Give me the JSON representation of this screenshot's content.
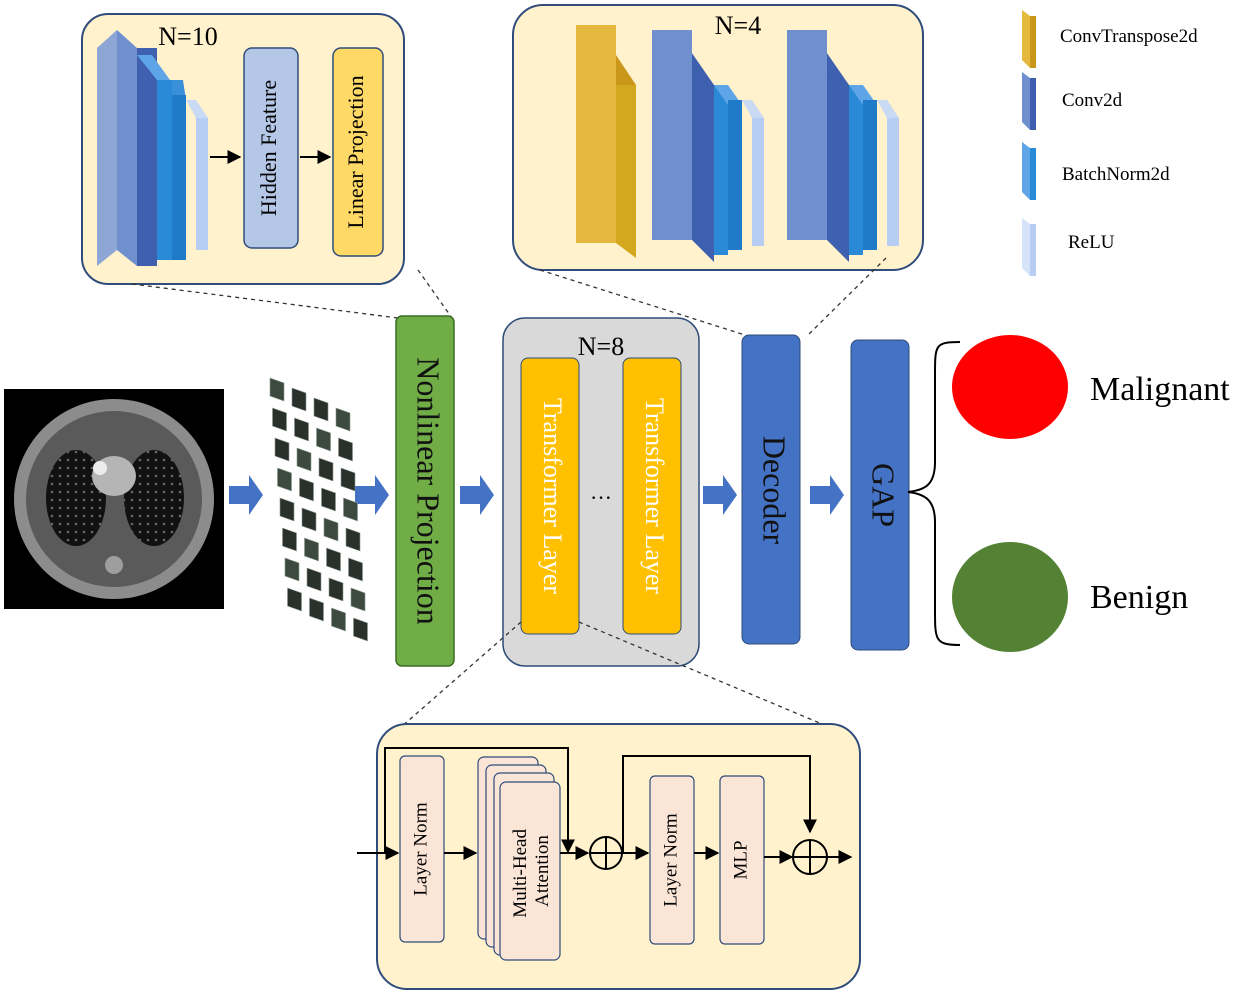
{
  "encoder_inset": {
    "count_label": "N=10",
    "hidden_feature_label": "Hidden Feature",
    "linear_projection_label": "Linear Projection"
  },
  "decoder_inset": {
    "count_label": "N=4"
  },
  "legend": {
    "items": [
      {
        "label": "ConvTranspose2d",
        "color": "#E5B83E"
      },
      {
        "label": "Conv2d",
        "color": "#4A6DBA"
      },
      {
        "label": "BatchNorm2d",
        "color": "#2B8AD8"
      },
      {
        "label": "ReLU",
        "color": "#B7CDF3"
      }
    ]
  },
  "pipeline": {
    "nonlinear_projection_label": "Nonlinear Projection",
    "transformer_group": {
      "count_label": "N=8",
      "layer_label": "Transformer Layer",
      "ellipsis": "···"
    },
    "decoder_label": "Decoder",
    "gap_label": "GAP"
  },
  "outputs": [
    {
      "label": "Malignant",
      "color": "#FF0000"
    },
    {
      "label": "Benign",
      "color": "#548235"
    }
  ],
  "transformer_detail": {
    "layer_norm_1": "Layer Norm",
    "attention_line_1": "Multi-Head",
    "attention_line_2": "Attention",
    "layer_norm_2": "Layer Norm",
    "mlp": "MLP"
  },
  "colors": {
    "inset_fill": "#FFF2CC",
    "inset_stroke": "#2F4C7A",
    "nonlinear_projection": "#70AD47",
    "transformer_layer": "#FFC000",
    "transformer_group_fill": "#D9D9D9",
    "blue_block": "#4472C4",
    "arrow": "#4472C4",
    "detail_block_fill": "#FBE5D6",
    "hidden_feature_fill": "#B4C7E7"
  }
}
